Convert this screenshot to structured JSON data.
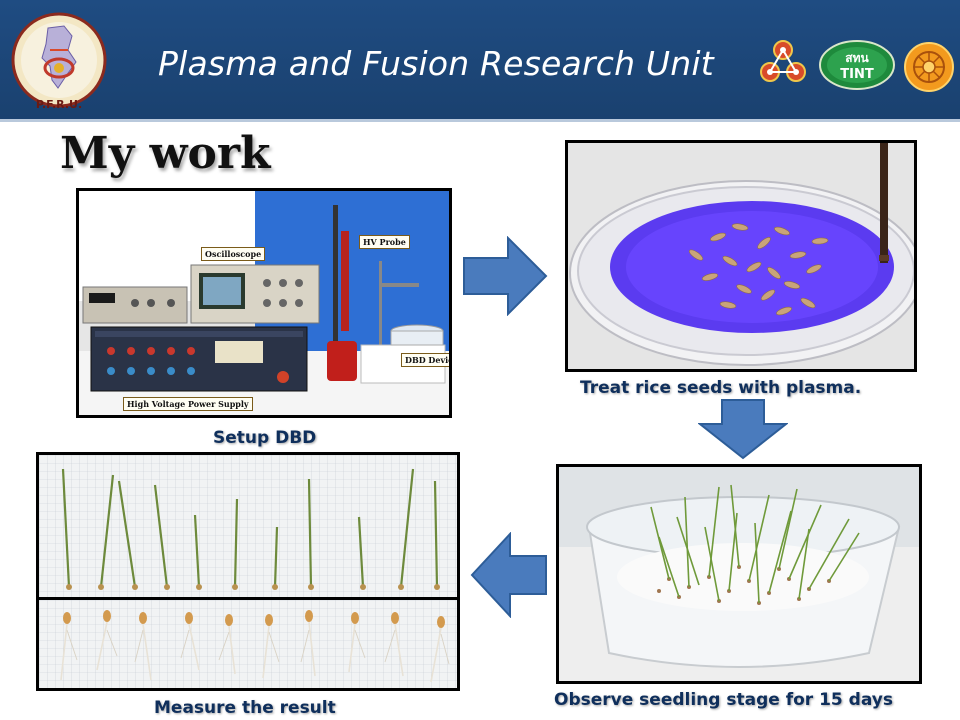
{
  "banner": {
    "title": "Plasma and Fusion Research Unit",
    "logo_left_text": "P.F.R.U.",
    "logo_tint_text": "TINT",
    "logo_tint_thai": "สทน",
    "background_color": "#1f4c82"
  },
  "heading": "My work",
  "setup_photo": {
    "labels": {
      "oscilloscope": "Oscilloscope",
      "hv_probe": "HV Probe",
      "dbd_device": "DBD Device",
      "power_supply": "High Voltage Power Supply"
    }
  },
  "captions": {
    "setup": "Setup DBD",
    "treat": "Treat rice seeds with plasma.",
    "observe": "Observe seedling stage  for 15 days",
    "measure": "Measure the result"
  },
  "arrow_color": "#4a7bbd"
}
